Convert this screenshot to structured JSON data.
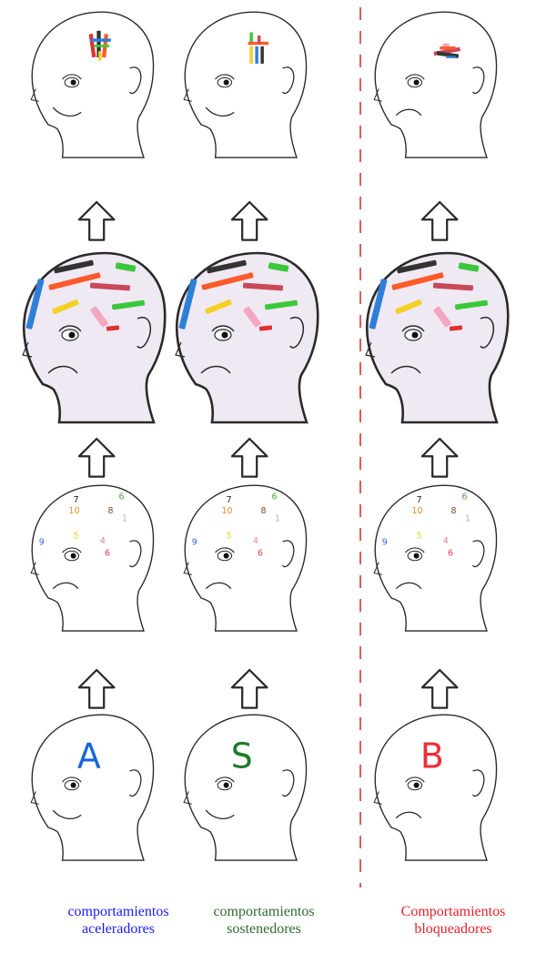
{
  "colors": {
    "accelerator": "#1a1aff",
    "sustainer": "#2e6b2e",
    "blocker": "#e8202c",
    "divider": "#e05a5a",
    "outline": "#2a2a2a",
    "head_fill": "#efe9f3"
  },
  "columns": [
    {
      "id": "accelerators",
      "letter": "A",
      "letter_color": "#1566d6",
      "caption_line1": "comportamientos",
      "caption_line2": "aceleradores",
      "caption_color": "#1a1aff",
      "mouth": "smile"
    },
    {
      "id": "sustainers",
      "letter": "S",
      "letter_color": "#1f7a2c",
      "caption_line1": "comportamientos",
      "caption_line2": "sostenedores",
      "caption_color": "#2e6b2e",
      "mouth": "smile"
    },
    {
      "id": "blockers",
      "letter": "B",
      "letter_color": "#ee2d3a",
      "caption_line1": "Comportamientos",
      "caption_line2": "bloqueadores",
      "caption_color": "#e8202c",
      "mouth": "frown"
    }
  ],
  "numbers": [
    {
      "value": "7",
      "color": "#222222"
    },
    {
      "value": "6",
      "color": "#4aa83a"
    },
    {
      "value": "10",
      "color": "#e08a2a"
    },
    {
      "value": "8",
      "color": "#8a4a20"
    },
    {
      "value": "1",
      "color": "#aab6c8"
    },
    {
      "value": "9",
      "color": "#2a6ad8"
    },
    {
      "value": "5",
      "color": "#e8d020"
    },
    {
      "value": "4",
      "color": "#f07a90"
    },
    {
      "value": "6",
      "color": "#e84040"
    }
  ],
  "sticks": [
    {
      "color": "#333333",
      "name": "black"
    },
    {
      "color": "#ff5a2a",
      "name": "orange"
    },
    {
      "color": "#2e7fd8",
      "name": "blue"
    },
    {
      "color": "#f4d020",
      "name": "yellow"
    },
    {
      "color": "#c84a5a",
      "name": "dark-red"
    },
    {
      "color": "#3ac83a",
      "name": "green"
    },
    {
      "color": "#f4a8c0",
      "name": "pink"
    },
    {
      "color": "#e03030",
      "name": "red"
    }
  ]
}
